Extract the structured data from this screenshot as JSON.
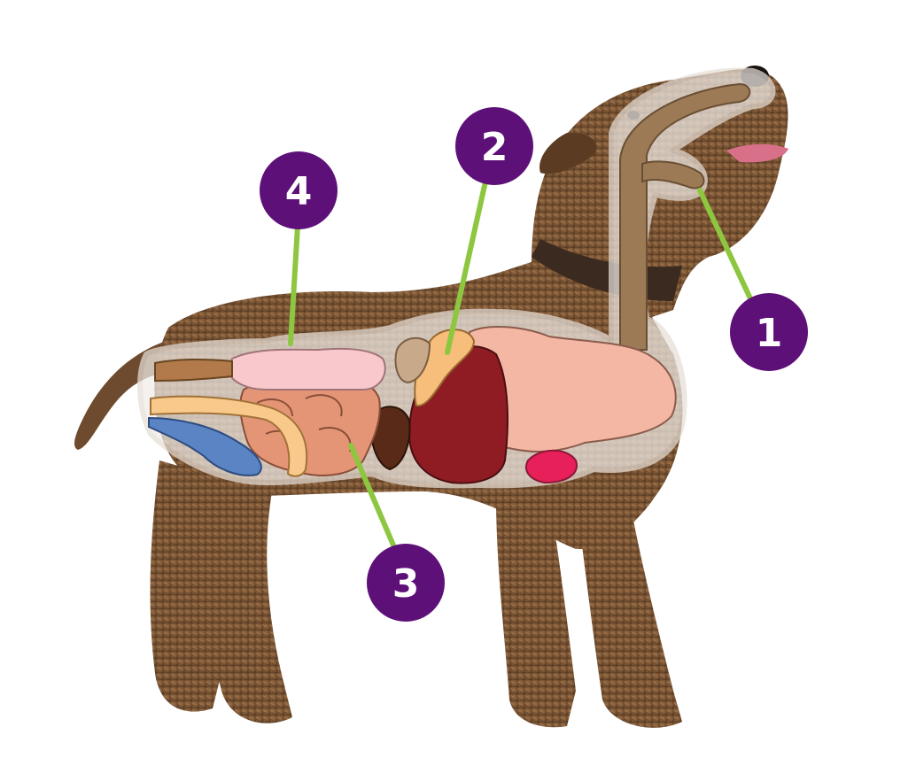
{
  "diagram": {
    "type": "anatomy-illustration",
    "subject": "dog-digestive-system",
    "colors": {
      "marker_fill": "#5e1079",
      "leader_line": "#8dc63f",
      "marker_text": "#ffffff"
    },
    "markers": [
      {
        "label": "1",
        "target": "mouth"
      },
      {
        "label": "2",
        "target": "stomach"
      },
      {
        "label": "3",
        "target": "small-intestine"
      },
      {
        "label": "4",
        "target": "large-intestine"
      }
    ]
  }
}
